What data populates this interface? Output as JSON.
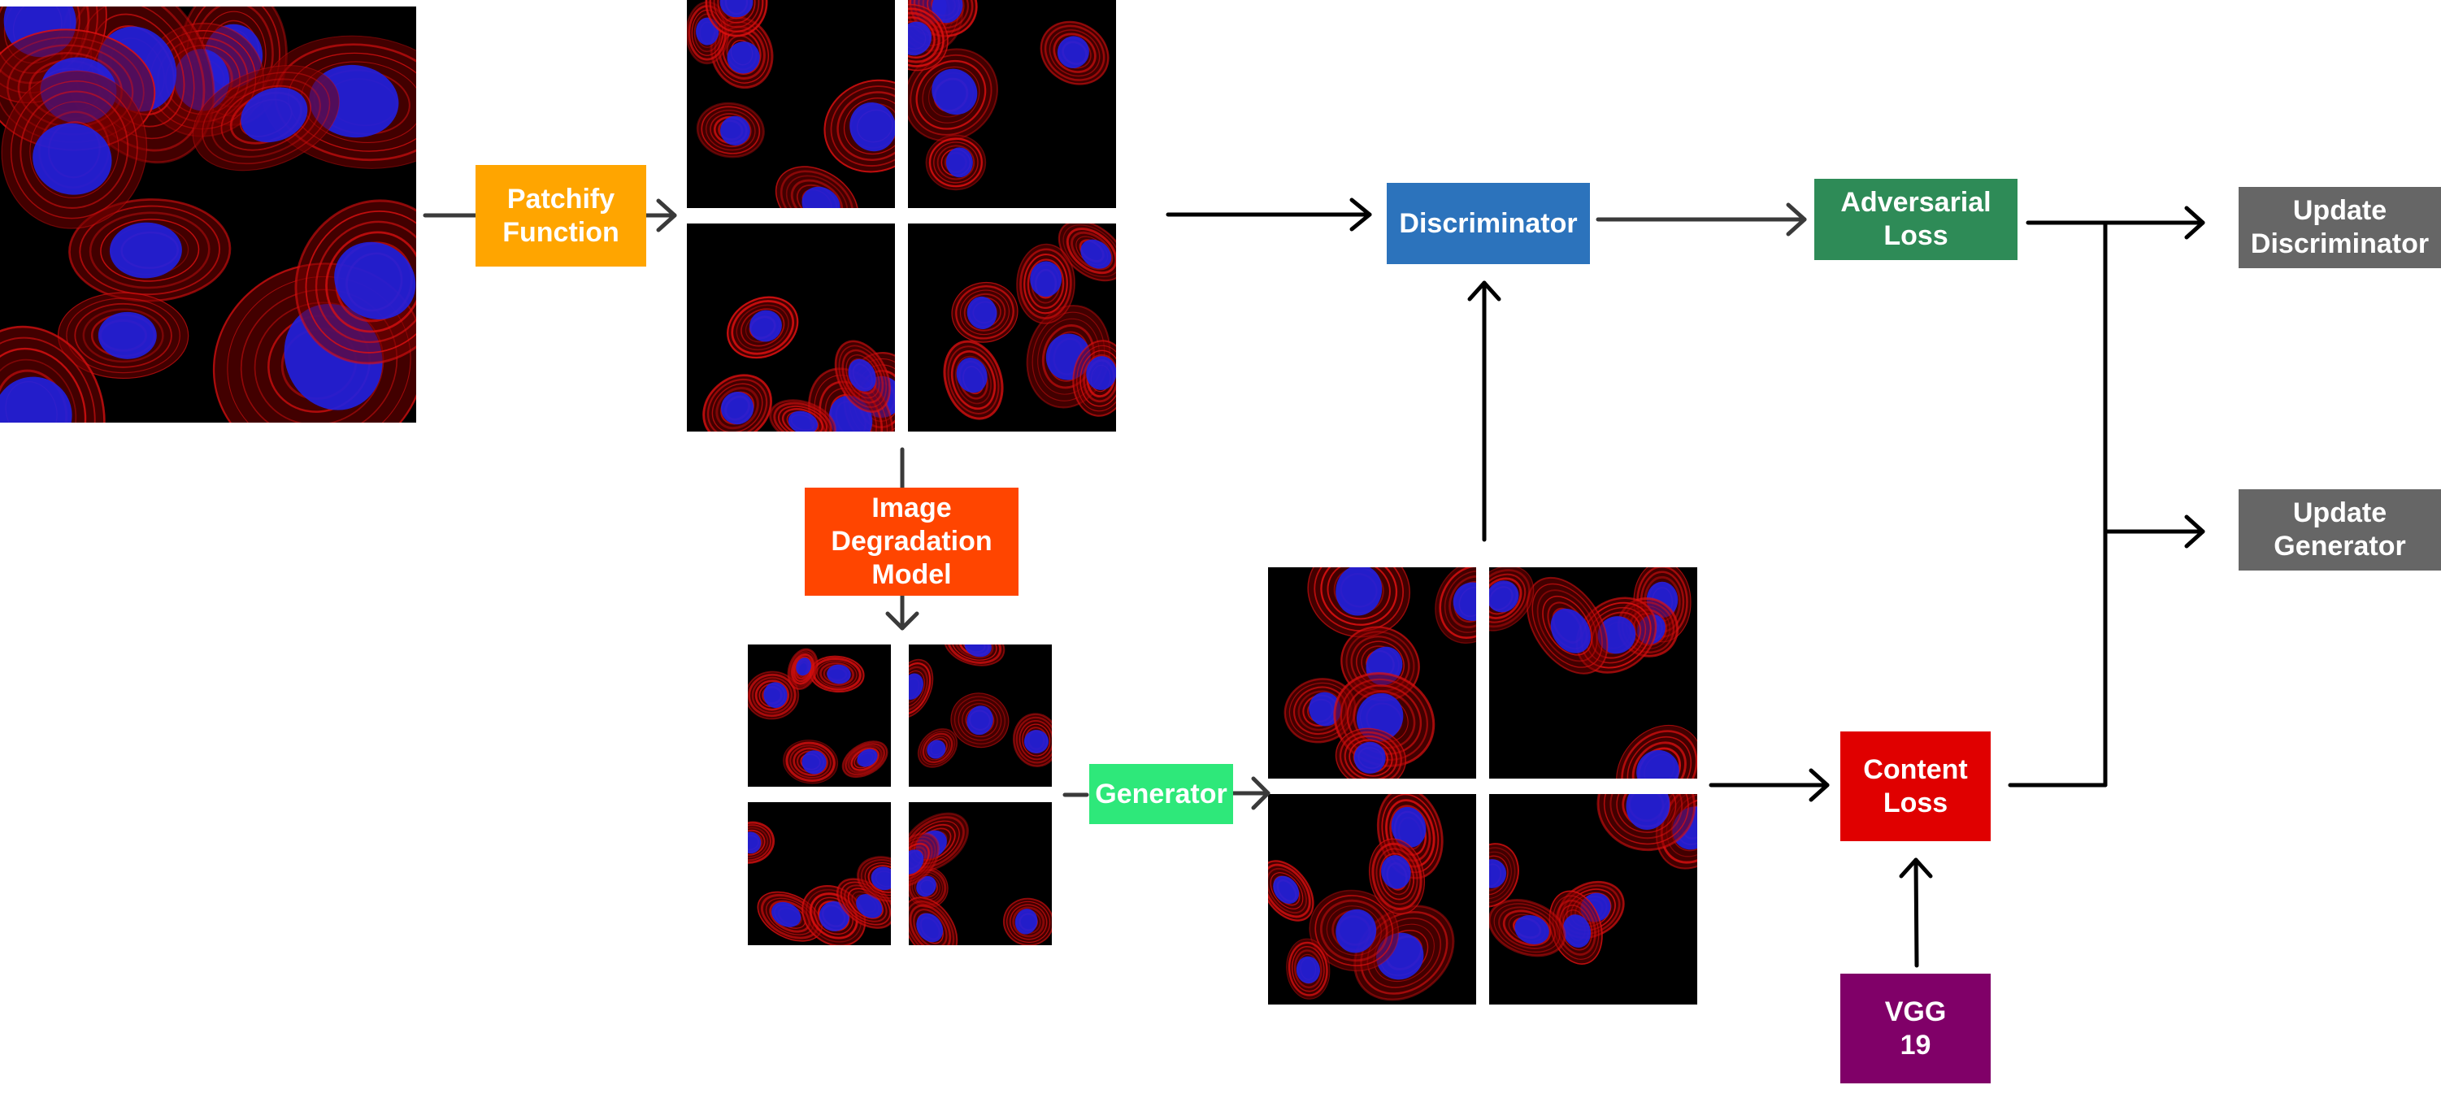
{
  "colors": {
    "patchify": "#FFA500",
    "degradation": "#FF4500",
    "generator": "#2EE87A",
    "discriminator": "#2C73BC",
    "adversarial": "#2E8B57",
    "content": "#E00000",
    "vgg": "#800068",
    "update": "#666666",
    "arrow": "#000000",
    "cell_membrane": "#E01010",
    "nucleus": "#2020E0"
  },
  "nodes": {
    "patchify": {
      "label": "Patchify\nFunction"
    },
    "degradation": {
      "label": "Image\nDegradation\nModel"
    },
    "generator": {
      "label": "Generator"
    },
    "discriminator": {
      "label": "Discriminator"
    },
    "adversarial_loss": {
      "label": "Adversarial\nLoss"
    },
    "content_loss": {
      "label": "Content\nLoss"
    },
    "vgg": {
      "label": "VGG\n19"
    },
    "update_discriminator": {
      "label": "Update\nDiscriminator"
    },
    "update_generator": {
      "label": "Update\nGenerator"
    }
  },
  "images": {
    "input": "fluorescence-microscopy-cells",
    "hr_patches": "high-resolution-patches",
    "lr_patches": "degraded-low-resolution-patches",
    "sr_patches": "generated-super-resolution-patches"
  },
  "edges": [
    [
      "input-image",
      "patchify"
    ],
    [
      "patchify",
      "hr-patches"
    ],
    [
      "hr-patches",
      "discriminator"
    ],
    [
      "hr-patches",
      "degradation"
    ],
    [
      "degradation",
      "lr-patches"
    ],
    [
      "lr-patches",
      "generator"
    ],
    [
      "generator",
      "sr-patches"
    ],
    [
      "sr-patches",
      "discriminator"
    ],
    [
      "sr-patches",
      "content-loss"
    ],
    [
      "vgg",
      "content-loss"
    ],
    [
      "discriminator",
      "adversarial-loss"
    ],
    [
      "adversarial-loss",
      "update-discriminator"
    ],
    [
      "adversarial-loss",
      "update-generator"
    ],
    [
      "content-loss",
      "update-generator"
    ]
  ]
}
